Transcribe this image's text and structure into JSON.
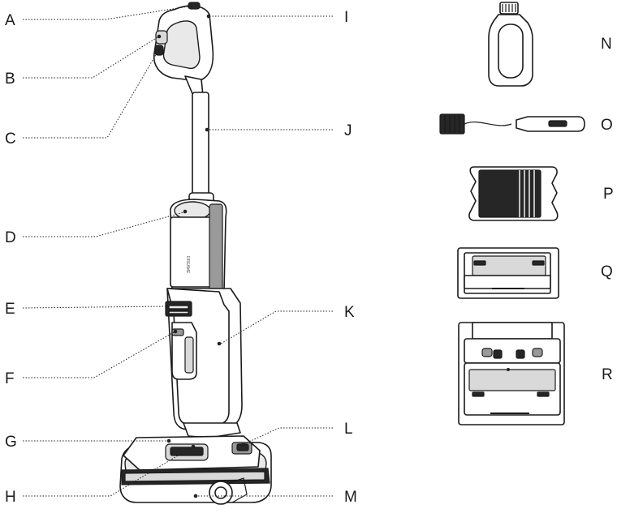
{
  "labels": {
    "A": "A",
    "B": "B",
    "C": "C",
    "D": "D",
    "E": "E",
    "F": "F",
    "G": "G",
    "H": "H",
    "I": "I",
    "J": "J",
    "K": "K",
    "L": "L",
    "M": "M",
    "N": "N",
    "O": "O",
    "P": "P",
    "Q": "Q",
    "R": "R"
  },
  "colors": {
    "outline": "#1b1b1b",
    "dark_part": "#262626",
    "grey_part": "#9a9a9a",
    "light_part": "#e9e9e9"
  }
}
